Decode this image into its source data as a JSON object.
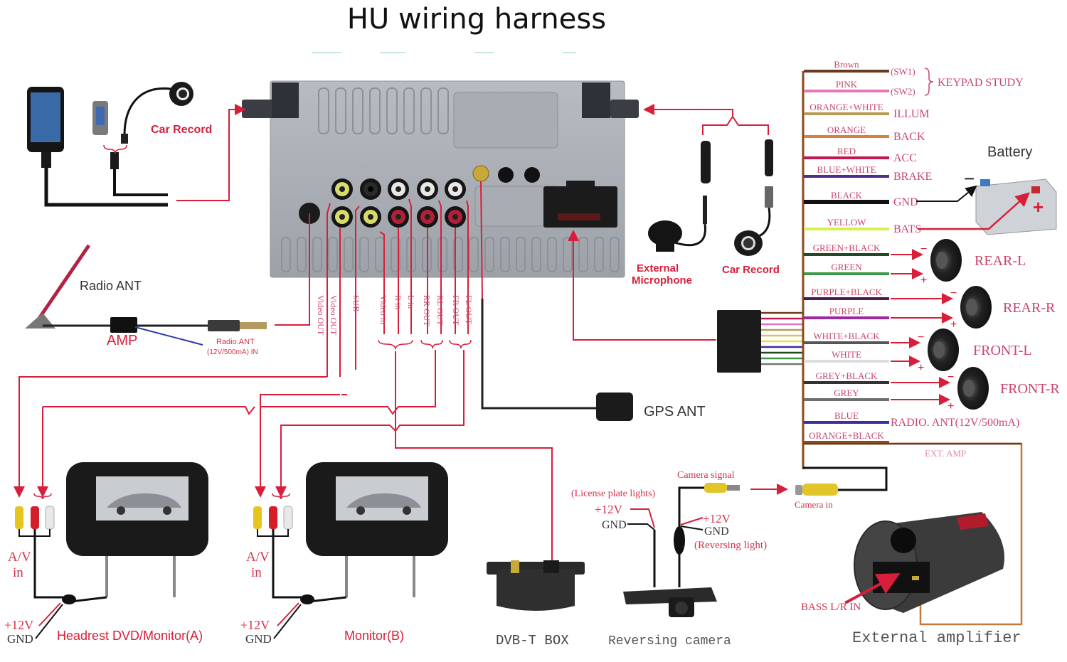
{
  "title": "HU wiring harness",
  "left_devices": {
    "car_record_top": "Car Record",
    "radio_ant": "Radio ANT",
    "amp": "AMP",
    "radio_ant_in_line1": "Radio.ANT",
    "radio_ant_in_line2": "(12V/500mA) IN"
  },
  "rca_ports": [
    "Video OUT",
    "Video OUT",
    "SUB",
    "Video in",
    "R in",
    "L in",
    "RR OUT",
    "RL OUT",
    "FR OUT",
    "FL OUT"
  ],
  "right_devices": {
    "external_microphone_line1": "External",
    "external_microphone_line2": "Microphone",
    "car_record": "Car Record",
    "battery": "Battery",
    "battery_minus": "−",
    "battery_plus": "+"
  },
  "harness": {
    "keypad_study": "KEYPAD STUDY",
    "wires": [
      {
        "color_name": "Brown",
        "function": "(SW1)",
        "color": "#6b3a1c"
      },
      {
        "color_name": "PINK",
        "function": "(SW2)",
        "color": "#e377b8"
      },
      {
        "color_name": "ORANGE+WHITE",
        "function": "ILLUM",
        "color": "#b99a55"
      },
      {
        "color_name": "ORANGE",
        "function": "BACK",
        "color": "#d9803a"
      },
      {
        "color_name": "RED",
        "function": "ACC",
        "color": "#c2184e"
      },
      {
        "color_name": "BLUE+WHITE",
        "function": "BRAKE",
        "color": "#4b2f8a"
      },
      {
        "color_name": "BLACK",
        "function": "GND",
        "color": "#111111"
      },
      {
        "color_name": "YELLOW",
        "function": "BATS",
        "color": "#d8f04a"
      },
      {
        "color_name": "GREEN+BLACK",
        "function": "",
        "color": "#1f4a25"
      },
      {
        "color_name": "GREEN",
        "function": "",
        "color": "#3a9a48"
      },
      {
        "color_name": "PURPLE+BLACK",
        "function": "",
        "color": "#4a1b4f"
      },
      {
        "color_name": "PURPLE",
        "function": "",
        "color": "#9a2a9e"
      },
      {
        "color_name": "WHITE+BLACK",
        "function": "",
        "color": "#555555"
      },
      {
        "color_name": "WHITE",
        "function": "",
        "color": "#dddddd"
      },
      {
        "color_name": "GREY+BLACK",
        "function": "",
        "color": "#333333"
      },
      {
        "color_name": "GREY",
        "function": "",
        "color": "#6e6e6e"
      },
      {
        "color_name": "BLUE",
        "function": "RADIO. ANT(12V/500mA)",
        "color": "#3a2fa0"
      },
      {
        "color_name": "ORANGE+BLACK",
        "function": "",
        "color": "#8a4a1c"
      }
    ],
    "speakers": [
      "REAR-L",
      "REAR-R",
      "FRONT-L",
      "FRONT-R"
    ],
    "ext_amp": "EXT. AMP"
  },
  "gps_ant": "GPS ANT",
  "monitors": {
    "av_in_line1": "A/V",
    "av_in_line2": "in",
    "plus12v": "+12V",
    "gnd": "GND",
    "monitor_a": "Headrest DVD/Monitor(A)",
    "monitor_b": "Monitor(B)"
  },
  "dvbt_box": "DVB-T  BOX",
  "reversing_camera": {
    "license_plate_lights": "(License plate lights)",
    "plus12v_a": "+12V",
    "gnd_a": "GND",
    "camera_signal": "Camera signal",
    "plus12v_b": "+12V",
    "gnd_b": "GND",
    "reversing_light": "(Reversing light)",
    "label": "Reversing camera",
    "camera_in": "Camera in"
  },
  "external_amplifier": {
    "bass_in": "BASS L/R IN",
    "label": "External amplifier"
  }
}
